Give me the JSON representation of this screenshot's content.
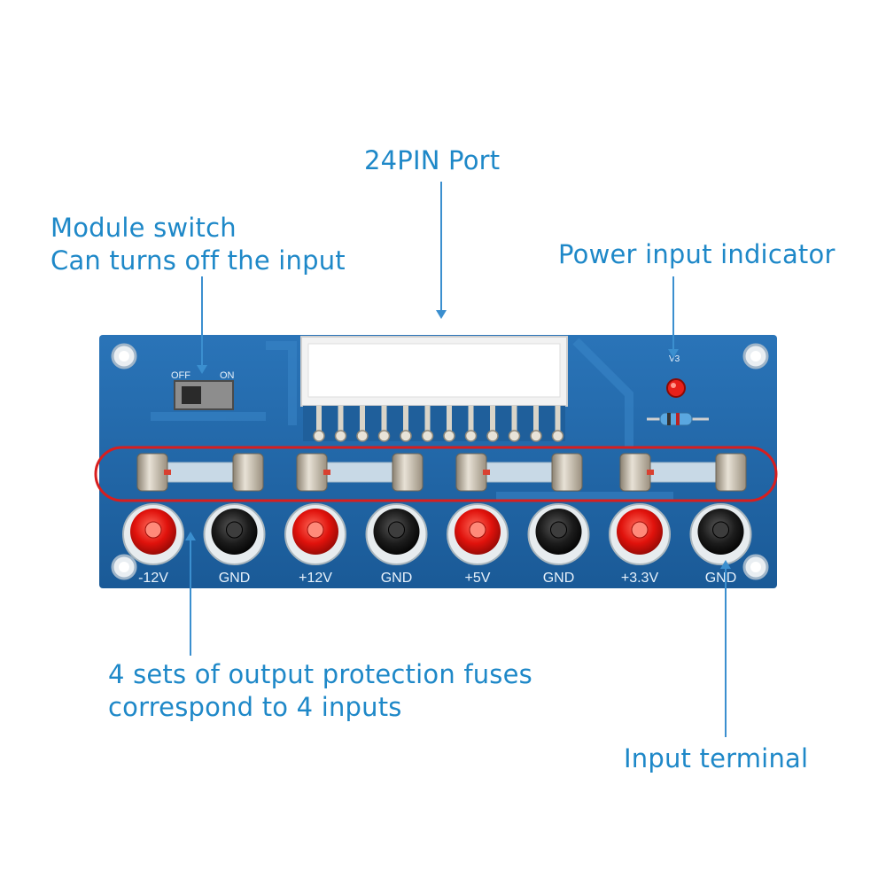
{
  "callouts": {
    "port": "24PIN Port",
    "switch_line1": "Module switch",
    "switch_line2": "Can turns off the input",
    "indicator": "Power input indicator",
    "fuses_line1": "4 sets of output protection fuses",
    "fuses_line2": "correspond to 4 inputs",
    "terminal": "Input terminal"
  },
  "board": {
    "switch_off": "OFF",
    "switch_on": "ON",
    "led_label": "V3",
    "terminals": [
      {
        "label": "-12V",
        "color": "red"
      },
      {
        "label": "GND",
        "color": "black"
      },
      {
        "label": "+12V",
        "color": "red"
      },
      {
        "label": "GND",
        "color": "black"
      },
      {
        "label": "+5V",
        "color": "red"
      },
      {
        "label": "GND",
        "color": "black"
      },
      {
        "label": "+3.3V",
        "color": "red"
      },
      {
        "label": "GND",
        "color": "black"
      }
    ]
  },
  "colors": {
    "callout_text": "#1e88c8",
    "pcb": "#1b5f9e",
    "highlight": "#d81e1e"
  }
}
